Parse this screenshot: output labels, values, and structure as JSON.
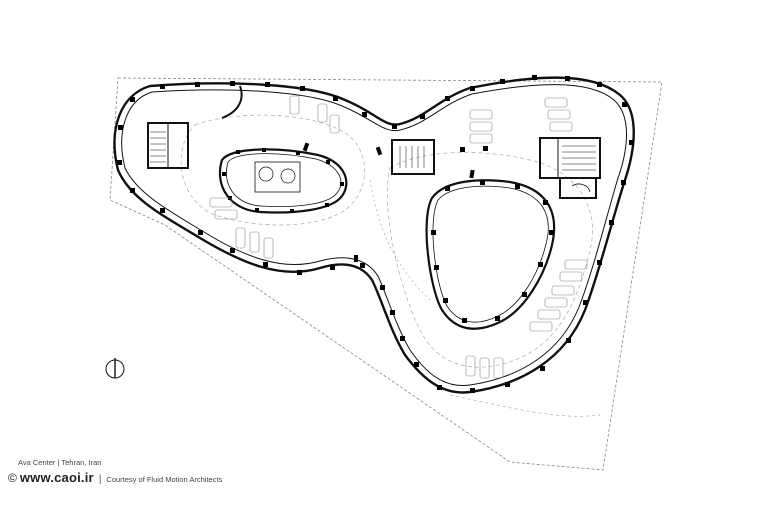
{
  "caption": {
    "project": "Ava Center",
    "divider": "|",
    "location": "Tehran, Iran"
  },
  "credit": {
    "copyright_symbol": "©",
    "website": "www.caoi.ir",
    "divider": "|",
    "courtesy": "Courtesy of Fluid Motion Architects"
  },
  "colors": {
    "line": "#111111",
    "thin_line": "#777777",
    "dashed_line": "#999999",
    "column": "#000000",
    "background": "#ffffff"
  },
  "icons": [
    "north-arrow-icon",
    "stair-core-icon",
    "parked-car-icon",
    "structural-column-icon"
  ]
}
